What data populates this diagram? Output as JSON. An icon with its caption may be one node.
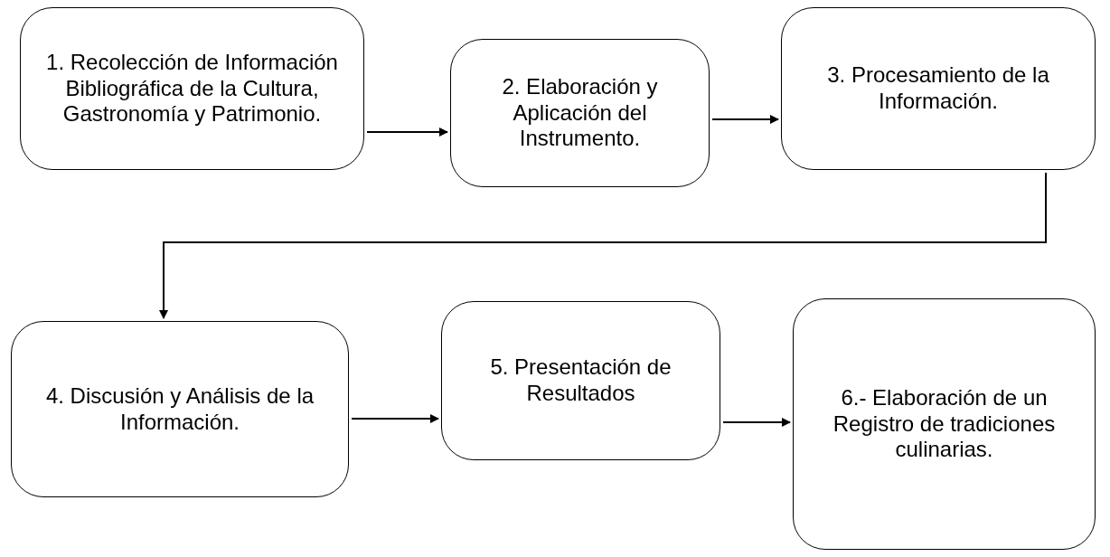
{
  "diagram": {
    "nodes": [
      {
        "text": [
          "1. Recolección de Información Bibliográfica de la Cultura, Gastronomía y Patrimonio."
        ]
      },
      {
        "text": [
          "2. Elaboración y Aplicación del Instrumento."
        ]
      },
      {
        "text": [
          "3. Procesamiento de la Información."
        ]
      },
      {
        "text": [
          "4. Discusión y Análisis de la Información."
        ]
      },
      {
        "text": [
          "5. Presentación de Resultados"
        ]
      },
      {
        "text": [
          "6.- Elaboración de un Registro de tradiciones culinarias."
        ]
      }
    ],
    "edges": [
      {
        "from": 0,
        "to": 1,
        "arrow": "to"
      },
      {
        "from": 1,
        "to": 2,
        "arrow": "to"
      },
      {
        "from": 2,
        "to": 3,
        "arrow": "to"
      },
      {
        "from": 3,
        "to": 4,
        "arrow": "to"
      },
      {
        "from": 4,
        "to": 5,
        "arrow": "to"
      }
    ]
  }
}
